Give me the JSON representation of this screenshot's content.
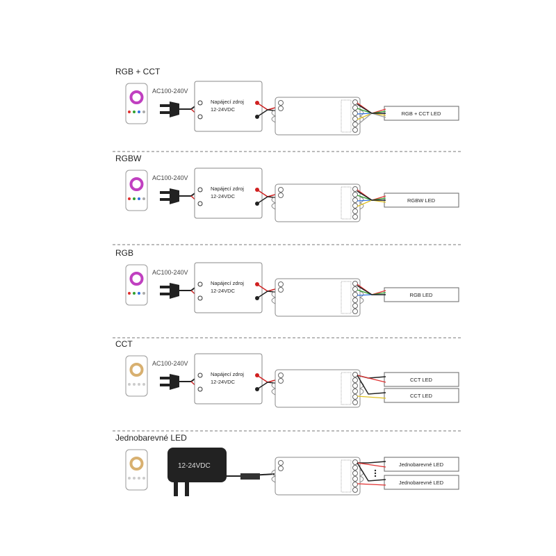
{
  "sections": [
    {
      "title": "RGB + CCT",
      "ac_label": "AC100-240V",
      "psu_line1": "Napájecí zdroj",
      "psu_line2": "12-24VDC",
      "leds": [
        "RGB + CCT LED"
      ],
      "wires": [
        "#e03030",
        "#30a030",
        "#3070e0",
        "#e0c020",
        "#a0a0a0"
      ]
    },
    {
      "title": "RGBW",
      "ac_label": "AC100-240V",
      "psu_line1": "Napájecí zdroj",
      "psu_line2": "12-24VDC",
      "leds": [
        "RGBW LED"
      ],
      "wires": [
        "#e03030",
        "#30a030",
        "#3070e0",
        "#e0c020"
      ]
    },
    {
      "title": "RGB",
      "ac_label": "AC100-240V",
      "psu_line1": "Napájecí zdroj",
      "psu_line2": "12-24VDC",
      "leds": [
        "RGB LED"
      ],
      "wires": [
        "#e03030",
        "#30a030",
        "#3070e0"
      ]
    },
    {
      "title": "CCT",
      "ac_label": "AC100-240V",
      "psu_line1": "Napájecí zdroj",
      "psu_line2": "12-24VDC",
      "leds": [
        "CCT LED",
        "CCT LED"
      ],
      "wires": [
        "#e03030",
        "#e0c020"
      ]
    },
    {
      "title": "Jednobarevné LED",
      "adapter_label": "12-24VDC",
      "leds": [
        "Jednobarevné LED",
        "Jednobarevné LED"
      ],
      "wires": [
        "#e03030"
      ]
    }
  ],
  "colors": {
    "line": "#555555",
    "positive": "#d02020",
    "wire": "#222222",
    "adapter": "#222222"
  }
}
